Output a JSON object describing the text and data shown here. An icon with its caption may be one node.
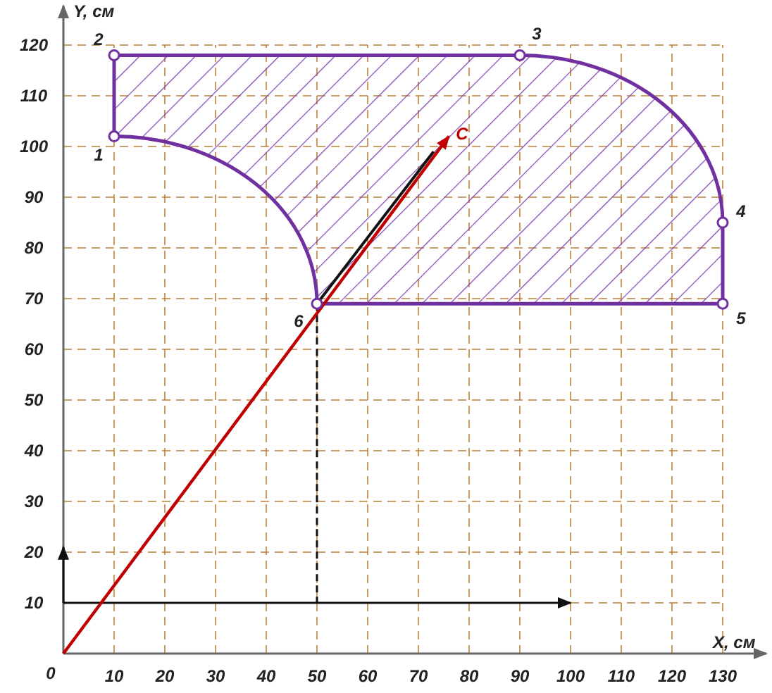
{
  "diagram": {
    "labels": [
      "Y, см",
      "2",
      "3",
      "120",
      "110",
      "1",
      "C",
      "100",
      "90",
      "4",
      "80",
      "70",
      "6",
      "5",
      "60",
      "50",
      "40",
      "30",
      "20",
      "10",
      "X, см",
      "0",
      "10",
      "20",
      "30",
      "40",
      "50",
      "60",
      "70",
      "80",
      "90",
      "100",
      "110",
      "120",
      "130"
    ]
  }
}
